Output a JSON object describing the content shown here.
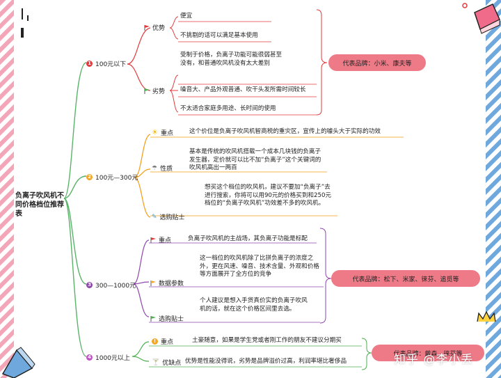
{
  "root": "负离子吹风机不同价格档位推荐表",
  "watermark": "知乎 @李小丢",
  "colors": {
    "red": "#e4393c",
    "yellow": "#f5a623",
    "purple": "#8e44ad",
    "green": "#4caf50",
    "orange": "#f39c12",
    "bubble": "#ef7a87"
  },
  "branches": [
    {
      "num": "1",
      "label": "100元以下",
      "color": "#e4393c"
    },
    {
      "num": "2",
      "label": "100元—300元",
      "color": "#f5a623"
    },
    {
      "num": "3",
      "label": "300—1000元",
      "color": "#8e44ad"
    },
    {
      "num": "4",
      "label": "1000元以上",
      "color": "#c155c8"
    }
  ],
  "b1": {
    "adv_label": "优势",
    "adv_items": [
      "便宜",
      "不挑剔的话可以满足基本使用"
    ],
    "dis_label": "劣势",
    "dis_items": [
      "受制于价格，负离子功能可能很弱甚至没有，和普通吹风机没有太大差别",
      "噪音大、产品外观普通、吹干头发所需时间较长",
      "不太适合家庭多用途、长时间的使用"
    ],
    "bubble": "代表品牌：小米、康夫等"
  },
  "b2": {
    "key_label": "重点",
    "key_text": "这个价位是负离子吹风机智商税的重灾区，宣传上的噱头大于实际的功效",
    "nature_label": "性质",
    "nature_text": "基本是传统的吹风机搭载一个成本几块钱的负离子发生器，定价就可以比不加“负离子”这个关键词的吹风机高出一两百",
    "tips_label": "选购贴士",
    "tips_text": "想买这个档位的吹风机，建议不要加“负离子”去进行搜索，你将可以用90元的价格买到和250元档位的“负离子吹风机”功效差不多的吹风机。"
  },
  "b3": {
    "key_label": "重点",
    "key_text": "负离子吹风机的主战场，其负离子功能是标配",
    "param_label": "数据参数",
    "param_text": "这一档位的吹风机除了比拼负离子的浓度之外，更在风速、噪音、技术含量、外观和价格等方面展开了全方位的竞争",
    "tips_label": "选购贴士",
    "tips_text": "个人建议是想入手货真价实的负离子吹风机的话，就在这个价格区间里去选。",
    "bubble": "代表品牌：松下、米家、徕芬、追觅等"
  },
  "b4": {
    "key_label": "重点",
    "key_text": "土豪随意，如果是学生党或者刚工作的朋友不建议分期买",
    "pro_label": "优缺点",
    "pro_text": "优势是性能没得说，劣势是品牌溢价过高，利润率堪比奢侈品",
    "bubble": "代表品牌：戴森、徕芬等"
  }
}
